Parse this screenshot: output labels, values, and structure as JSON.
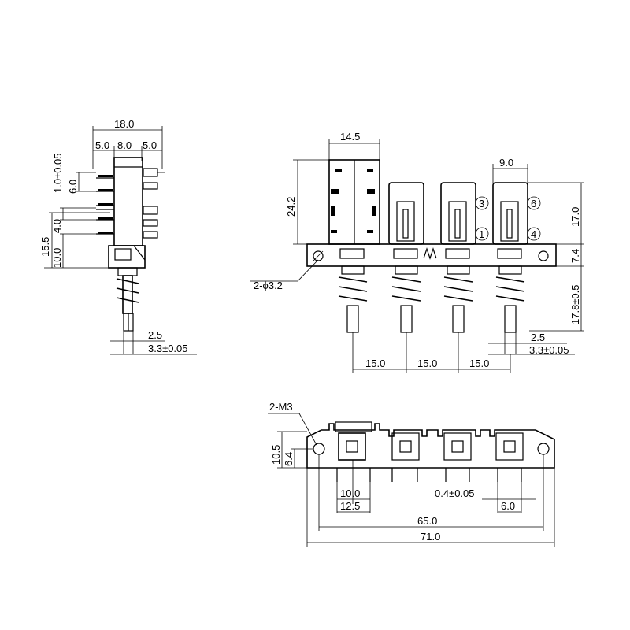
{
  "side_view": {
    "dim_width_total": "18.0",
    "dim_w_left": "5.0",
    "dim_w_mid": "8.0",
    "dim_w_right": "5.0",
    "dim_pin_thick": "1.0±0.05",
    "dim_pin_6": "6.0",
    "dim_pin_4": "4.0",
    "dim_h_15_5": "15.5",
    "dim_h_10": "10.0",
    "dim_shaft_2_5": "2.5",
    "dim_shaft_3_3": "3.3±0.05"
  },
  "front_view": {
    "dim_top_width": "14.5",
    "dim_height_24_2": "24.2",
    "dim_key_width": "9.0",
    "dim_height_17": "17.0",
    "dim_height_7_4": "7.4",
    "dim_stroke": "17.8±0.5",
    "dim_hole": "2-ϕ3.2",
    "dim_shaft_2_5": "2.5",
    "dim_shaft_3_3": "3.3±0.05",
    "pitch_labels": [
      "15.0",
      "15.0",
      "15.0"
    ],
    "terminal_numbers": [
      "3",
      "1",
      "6",
      "4"
    ]
  },
  "bottom_view": {
    "dim_screw": "2-M3",
    "dim_h_10_5": "10.5",
    "dim_h_6_4": "6.4",
    "dim_10": "10.0",
    "dim_12_5": "12.5",
    "dim_pin_w": "0.4±0.05",
    "dim_6": "6.0",
    "dim_65": "65.0",
    "dim_71": "71.0"
  }
}
